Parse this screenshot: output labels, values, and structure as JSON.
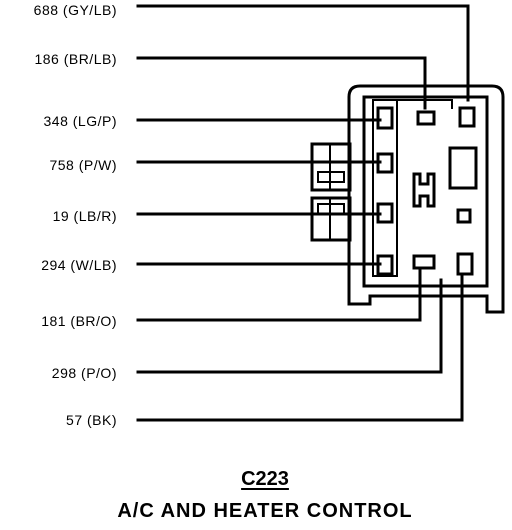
{
  "wires": [
    {
      "label": "688 (GY/LB)"
    },
    {
      "label": "186 (BR/LB)"
    },
    {
      "label": "348 (LG/P)"
    },
    {
      "label": "758 (P/W)"
    },
    {
      "label": "19 (LB/R)"
    },
    {
      "label": "294 (W/LB)"
    },
    {
      "label": "181 (BR/O)"
    },
    {
      "label": "298 (P/O)"
    },
    {
      "label": "57 (BK)"
    }
  ],
  "connector": {
    "id": "C223",
    "description": "A/C AND HEATER CONTROL"
  }
}
